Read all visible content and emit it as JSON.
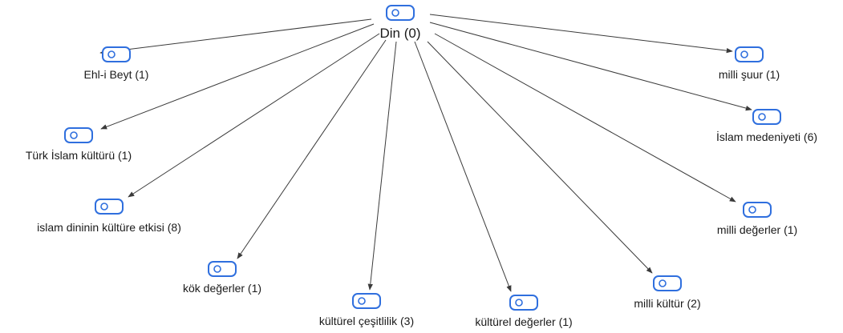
{
  "diagram": {
    "type": "network",
    "root": {
      "label": "Din (0)",
      "icon": "code-icon"
    },
    "nodes": [
      {
        "label": "Ehl-i Beyt (1)",
        "icon": "code-icon"
      },
      {
        "label": "Türk İslam kültürü (1)",
        "icon": "code-icon"
      },
      {
        "label": "islam dininin kültüre etkisi (8)",
        "icon": "code-icon"
      },
      {
        "label": "kök değerler (1)",
        "icon": "code-icon"
      },
      {
        "label": "kültürel çeşitlilik (3)",
        "icon": "code-icon"
      },
      {
        "label": "kültürel değerler (1)",
        "icon": "code-icon"
      },
      {
        "label": "milli kültür (2)",
        "icon": "code-icon"
      },
      {
        "label": "milli değerler (1)",
        "icon": "code-icon"
      },
      {
        "label": "İslam medeniyeti (6)",
        "icon": "code-icon"
      },
      {
        "label": "milli şuur (1)",
        "icon": "code-icon"
      }
    ],
    "colors": {
      "icon": "#2f6fde",
      "edge": "#3a3a3a",
      "text": "#1a1a1a"
    }
  }
}
